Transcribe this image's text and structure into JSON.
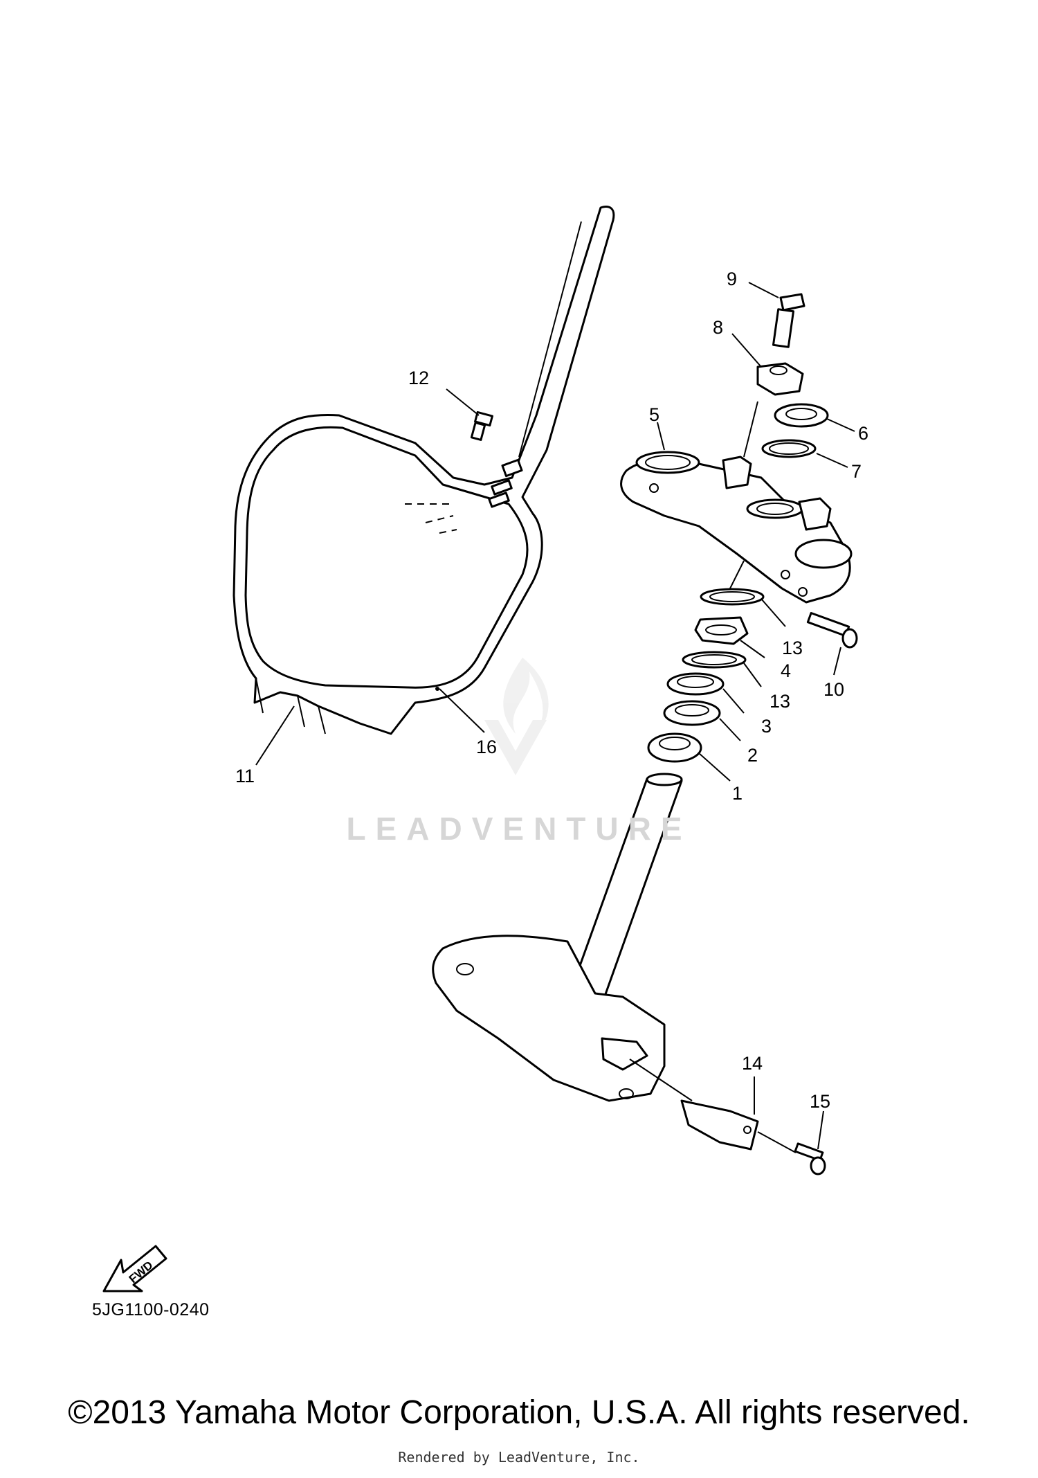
{
  "diagram": {
    "callouts": {
      "c1": "1",
      "c2": "2",
      "c3": "3",
      "c4": "4",
      "c5": "5",
      "c6": "6",
      "c7": "7",
      "c8": "8",
      "c9": "9",
      "c10": "10",
      "c11": "11",
      "c12": "12",
      "c13a": "13",
      "c13b": "13",
      "c14": "14",
      "c15": "15",
      "c16": "16"
    },
    "fwd_label": "FWD",
    "reference_code": "5JG1100-0240"
  },
  "watermark": {
    "text": "LEADVENTURE"
  },
  "footer": {
    "copyright": "©2013 Yamaha Motor Corporation, U.S.A. All rights reserved.",
    "rendered_by": "Rendered by LeadVenture, Inc."
  }
}
